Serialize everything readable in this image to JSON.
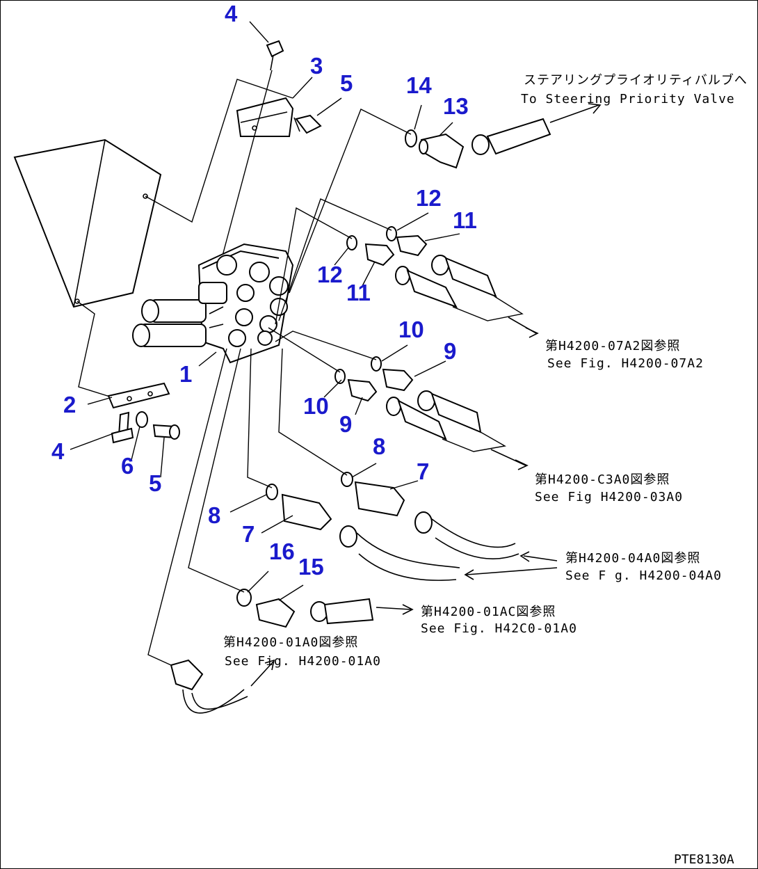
{
  "colors": {
    "callout": "#1a1acc",
    "line": "#000000",
    "background": "#ffffff"
  },
  "callouts": [
    {
      "id": "c4a",
      "text": "4"
    },
    {
      "id": "c3",
      "text": "3"
    },
    {
      "id": "c5a",
      "text": "5"
    },
    {
      "id": "c14",
      "text": "14"
    },
    {
      "id": "c13",
      "text": "13"
    },
    {
      "id": "c12a",
      "text": "12"
    },
    {
      "id": "c11a",
      "text": "11"
    },
    {
      "id": "c12b",
      "text": "12"
    },
    {
      "id": "c11b",
      "text": "11"
    },
    {
      "id": "c10a",
      "text": "10"
    },
    {
      "id": "c9a",
      "text": "9"
    },
    {
      "id": "c1",
      "text": "1"
    },
    {
      "id": "c2",
      "text": "2"
    },
    {
      "id": "c10b",
      "text": "10"
    },
    {
      "id": "c9b",
      "text": "9"
    },
    {
      "id": "c4b",
      "text": "4"
    },
    {
      "id": "c6",
      "text": "6"
    },
    {
      "id": "c5b",
      "text": "5"
    },
    {
      "id": "c8a",
      "text": "8"
    },
    {
      "id": "c7a",
      "text": "7"
    },
    {
      "id": "c8b",
      "text": "8"
    },
    {
      "id": "c7b",
      "text": "7"
    },
    {
      "id": "c16",
      "text": "16"
    },
    {
      "id": "c15",
      "text": "15"
    }
  ],
  "notes": {
    "steering_jp": "ステアリングプライオリティバルブへ",
    "steering_en": "To Steering Priority Valve",
    "fig07_jp": "第H4200-07A2図参照",
    "fig07_en": "See Fig. H4200-07A2",
    "fig03_jp": "第H4200-C3A0図参照",
    "fig03_en": "See Fig H4200-03A0",
    "fig04_jp": "第H4200-04A0図参照",
    "fig04_en": "See F g. H4200-04A0",
    "fig01r_jp": "第H4200-01AC図参照",
    "fig01r_en": "See Fig. H42C0-01A0",
    "fig01l_jp": "第H4200-01A0図参照",
    "fig01l_en": "See Fig. H4200-01A0"
  },
  "drawing_code": "PTE8130A"
}
